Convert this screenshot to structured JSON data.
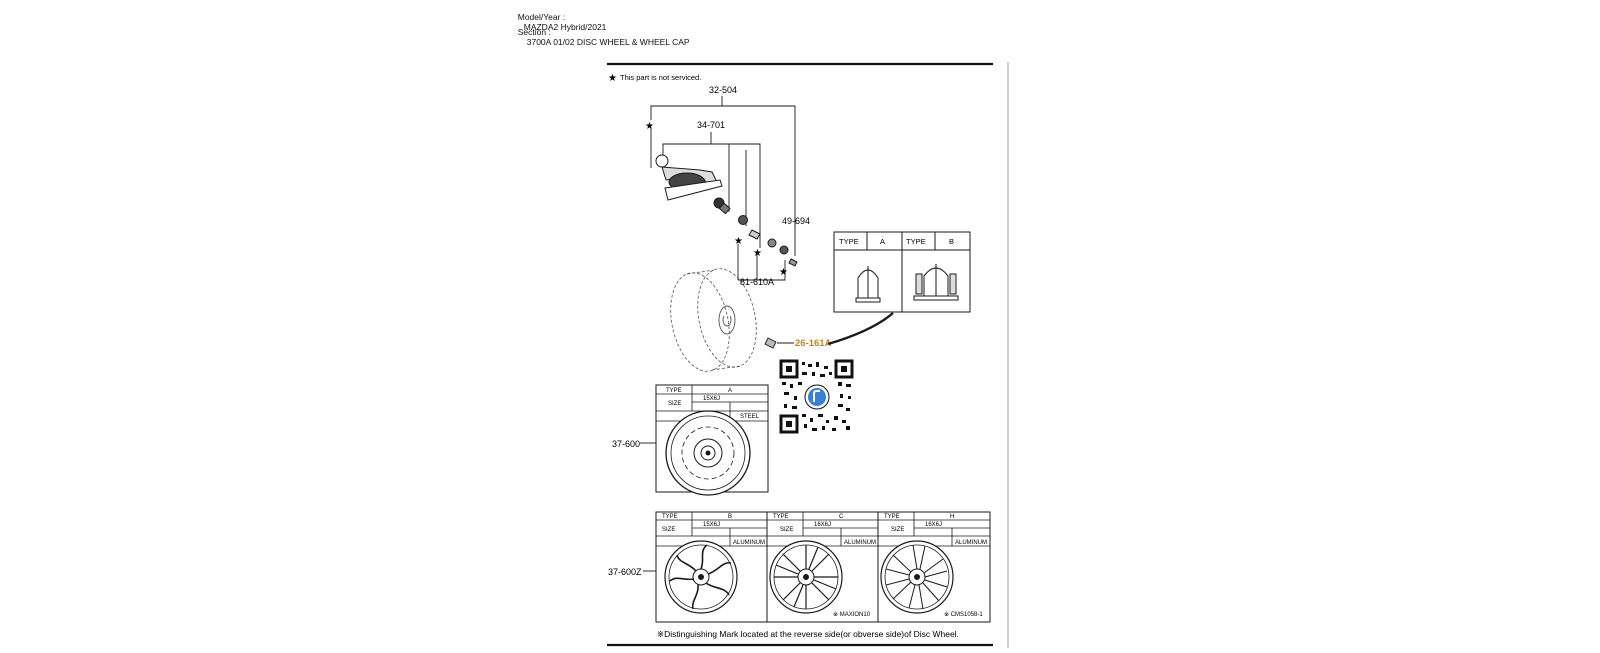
{
  "header": {
    "model_label": "Model/Year :",
    "model_value": "MAZDA2 Hybrid/2021",
    "section_label": "Section :",
    "section_value": "3700A 01/02 DISC WHEEL & WHEEL CAP"
  },
  "diagram": {
    "note_not_serviced": "This part is not serviced.",
    "star_glyph": "★",
    "part_labels": {
      "p32_504": "32-504",
      "p34_701": "34-701",
      "p49_694": "49-694",
      "p81_610a": "81-610A",
      "p26_161a": "26-161A",
      "p37_600": "37-600",
      "p37_600z": "37-600Z"
    },
    "nut_table": {
      "type_label": "TYPE",
      "type_a": "A",
      "type_b": "B"
    },
    "steel_wheel_table": {
      "type_label": "TYPE",
      "type_value": "A",
      "size_label": "SIZE",
      "size_value": "15X6J",
      "material": "STEEL"
    },
    "alloy_wheels": [
      {
        "type_label": "TYPE",
        "type_value": "B",
        "size_label": "SIZE",
        "size_value": "15X6J",
        "material": "ALUMINUM",
        "mark": ""
      },
      {
        "type_label": "TYPE",
        "type_value": "C",
        "size_label": "SIZE",
        "size_value": "16X6J",
        "material": "ALUMINUM",
        "mark": "※ MAXION10"
      },
      {
        "type_label": "TYPE",
        "type_value": "H",
        "size_label": "SIZE",
        "size_value": "16X6J",
        "material": "ALUMINUM",
        "mark": "※ CMS1058-1"
      }
    ],
    "footnote": "※Distinguishing Mark located at the reverse side(or obverse side)of Disc Wheel.",
    "colors": {
      "highlight_label": "#e8a93a",
      "line": "#1a1a1a",
      "qr_accent": "#3b7fd4"
    }
  }
}
